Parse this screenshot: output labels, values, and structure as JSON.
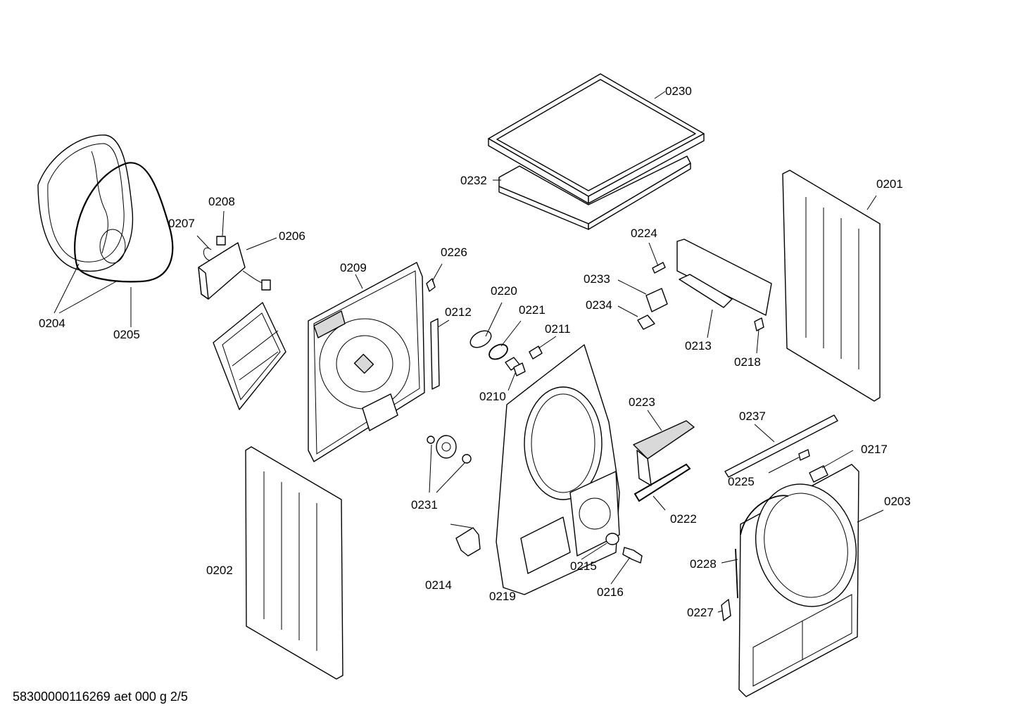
{
  "footer_code": "58300000116269 aet 000 g 2/5",
  "parts": {
    "p0201": "0201",
    "p0202": "0202",
    "p0203": "0203",
    "p0204": "0204",
    "p0205": "0205",
    "p0206": "0206",
    "p0207": "0207",
    "p0208": "0208",
    "p0209": "0209",
    "p0210": "0210",
    "p0211": "0211",
    "p0212": "0212",
    "p0213": "0213",
    "p0214": "0214",
    "p0215": "0215",
    "p0216": "0216",
    "p0217": "0217",
    "p0218": "0218",
    "p0219": "0219",
    "p0220": "0220",
    "p0221": "0221",
    "p0222": "0222",
    "p0223": "0223",
    "p0224": "0224",
    "p0225": "0225",
    "p0226": "0226",
    "p0227": "0227",
    "p0228": "0228",
    "p0230": "0230",
    "p0231": "0231",
    "p0232": "0232",
    "p0233": "0233",
    "p0234": "0234",
    "p0237": "0237"
  }
}
